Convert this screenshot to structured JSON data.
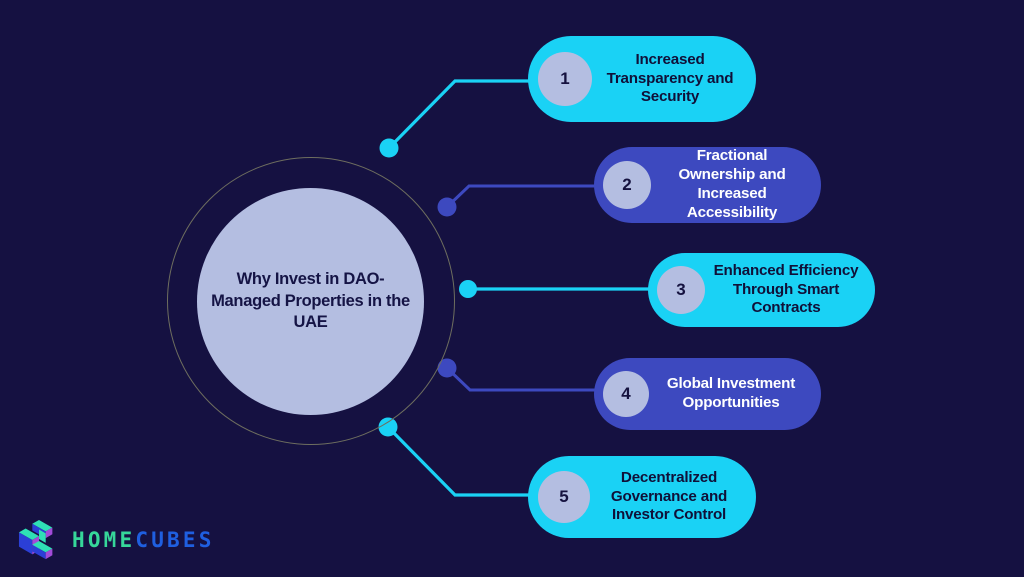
{
  "page": {
    "background_color": "#151141",
    "title": "Why Invest in DAO-Managed Properties in the UAE"
  },
  "center": {
    "label": "Why Invest in DAO-Managed Properties in the UAE",
    "circle_fill": "#b4bee1",
    "text_color": "#151445",
    "ring_color": "#6e6e5f"
  },
  "items": [
    {
      "number": "1",
      "label": "Increased Transparency and Security",
      "style": "cyan",
      "pill_color": "#1ad2f5",
      "text_color": "#101038",
      "badge_color": "#b4bee1",
      "connector_color": "#1ad2f5"
    },
    {
      "number": "2",
      "label": "Fractional Ownership and Increased Accessibility",
      "style": "blue",
      "pill_color": "#3d49bf",
      "text_color": "#ffffff",
      "badge_color": "#b4bee1",
      "connector_color": "#3d49bf"
    },
    {
      "number": "3",
      "label": "Enhanced Efficiency Through Smart Contracts",
      "style": "cyan",
      "pill_color": "#1ad2f5",
      "text_color": "#101038",
      "badge_color": "#b4bee1",
      "connector_color": "#1ad2f5"
    },
    {
      "number": "4",
      "label": "Global Investment Opportunities",
      "style": "blue",
      "pill_color": "#3d49bf",
      "text_color": "#ffffff",
      "badge_color": "#b4bee1",
      "connector_color": "#3d49bf"
    },
    {
      "number": "5",
      "label": "Decentralized Governance and Investor Control",
      "style": "cyan",
      "pill_color": "#1ad2f5",
      "text_color": "#101038",
      "badge_color": "#b4bee1",
      "connector_color": "#1ad2f5"
    }
  ],
  "logo": {
    "word_primary": "HOME",
    "word_secondary": "CUBES",
    "primary_color": "#36d79a",
    "secondary_color": "#1f5fe0",
    "mark_colors": {
      "top": "#2fe0b5",
      "left": "#2b3fd6",
      "right": "#a24bd8"
    }
  }
}
